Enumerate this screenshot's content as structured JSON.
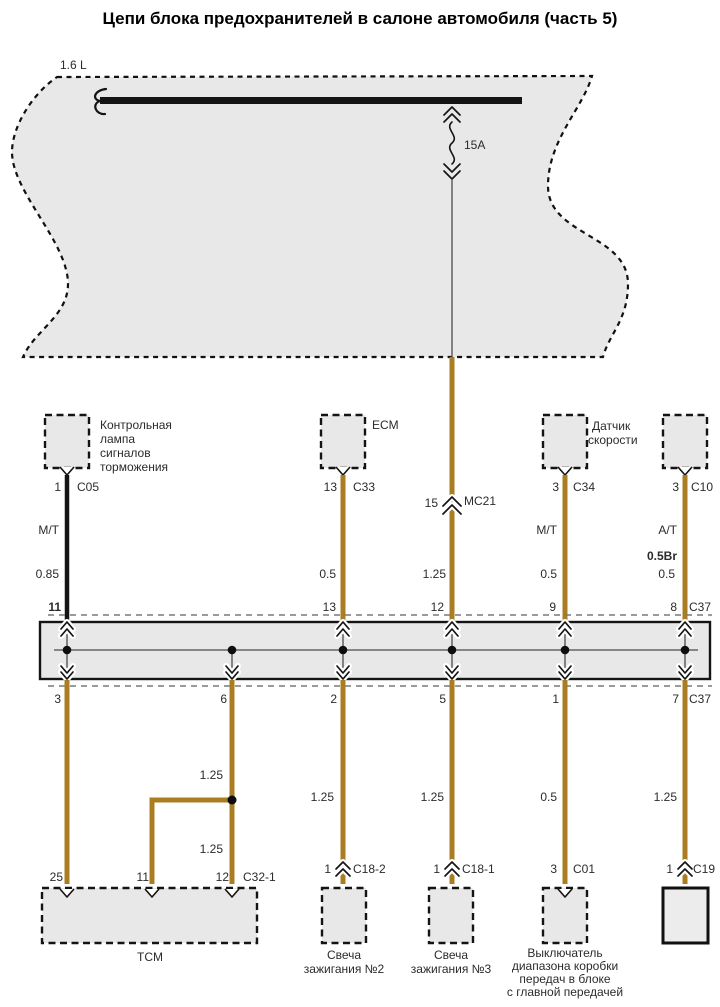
{
  "title": "Цепи блока предохранителей в салоне автомобиля (часть 5)",
  "colors": {
    "wire_gold": "#ab7d22",
    "wire_black": "#141414",
    "region_fill": "#e8e8e8"
  },
  "fuse_block": {
    "engine": "1.6 L",
    "fuse_rating": "15A"
  },
  "inline_connector": {
    "pin": "15",
    "name": "MC21"
  },
  "components": {
    "brake_lamp": {
      "lines": [
        "Контрольная",
        "лампа",
        "сигналов",
        "торможения"
      ],
      "pin": "1",
      "connector": "C05",
      "transmission": "M/T",
      "gauge": "0.85",
      "bus_pin": "11"
    },
    "ecm": {
      "label": "ECM",
      "pin": "13",
      "connector": "C33",
      "gauge": "0.5",
      "bus_pin": "13"
    },
    "fuse_wire": {
      "gauge": "1.25",
      "bus_pin": "12"
    },
    "speed_sensor": {
      "lines": [
        "Датчик",
        "скорости"
      ],
      "pin": "3",
      "connector": "C34",
      "transmission": "M/T",
      "gauge": "0.5",
      "bus_pin": "9"
    },
    "c10": {
      "pin": "3",
      "connector": "C10",
      "transmission": "A/T",
      "color_code": "0.5Br",
      "gauge": "0.5",
      "bus_pin": "8"
    }
  },
  "bus": {
    "top_connector": "C37",
    "bottom_connector": "C37",
    "bottom_pins": {
      "p3": "3",
      "p6": "6",
      "p2": "2",
      "p5": "5",
      "p1": "1",
      "p7": "7"
    }
  },
  "bottom": {
    "tcm": {
      "label": "TCM",
      "pin_left": "25",
      "pin_mid": "11",
      "pin_right": "12",
      "connector": "C32-1",
      "gauge_upper": "1.25",
      "gauge_lower": "1.25"
    },
    "spark2": {
      "lines": [
        "Свеча",
        "зажигания №2"
      ],
      "gauge": "1.25",
      "pin": "1",
      "connector": "C18-2"
    },
    "spark3": {
      "lines": [
        "Свеча",
        "зажигания №3"
      ],
      "gauge": "1.25",
      "pin": "1",
      "connector": "C18-1"
    },
    "range_switch": {
      "lines": [
        "Выключатель",
        "диапазона коробки",
        "передач в блоке",
        "с главной передачей"
      ],
      "gauge": "0.5",
      "pin": "3",
      "connector": "C01"
    },
    "final_drive": {
      "gauge": "1.25",
      "pin": "1",
      "connector": "C19"
    }
  }
}
